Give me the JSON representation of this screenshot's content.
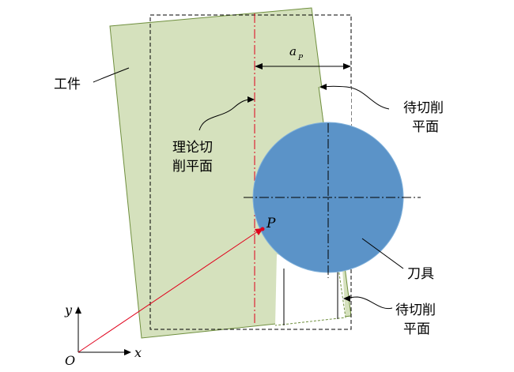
{
  "labels": {
    "workpiece": "工件",
    "theory_plane_line1": "理论切",
    "theory_plane_line2": "削平面",
    "to_cut_plane_upper_line1": "待切削",
    "to_cut_plane_upper_line2": "平面",
    "to_cut_plane_lower_line1": "待切削",
    "to_cut_plane_lower_line2": "平面",
    "tool": "刀具",
    "point_p": "P",
    "dim_a": "a",
    "dim_a_sub": "P",
    "axis_x": "x",
    "axis_y": "y",
    "origin": "O"
  },
  "colors": {
    "workpiece_fill": "#d5e1bd",
    "workpiece_stroke": "#6f8f3e",
    "tool_fill": "#5b93c8",
    "tool_stroke": "#7fb0da",
    "red": "#e0001b",
    "line": "#000000"
  }
}
